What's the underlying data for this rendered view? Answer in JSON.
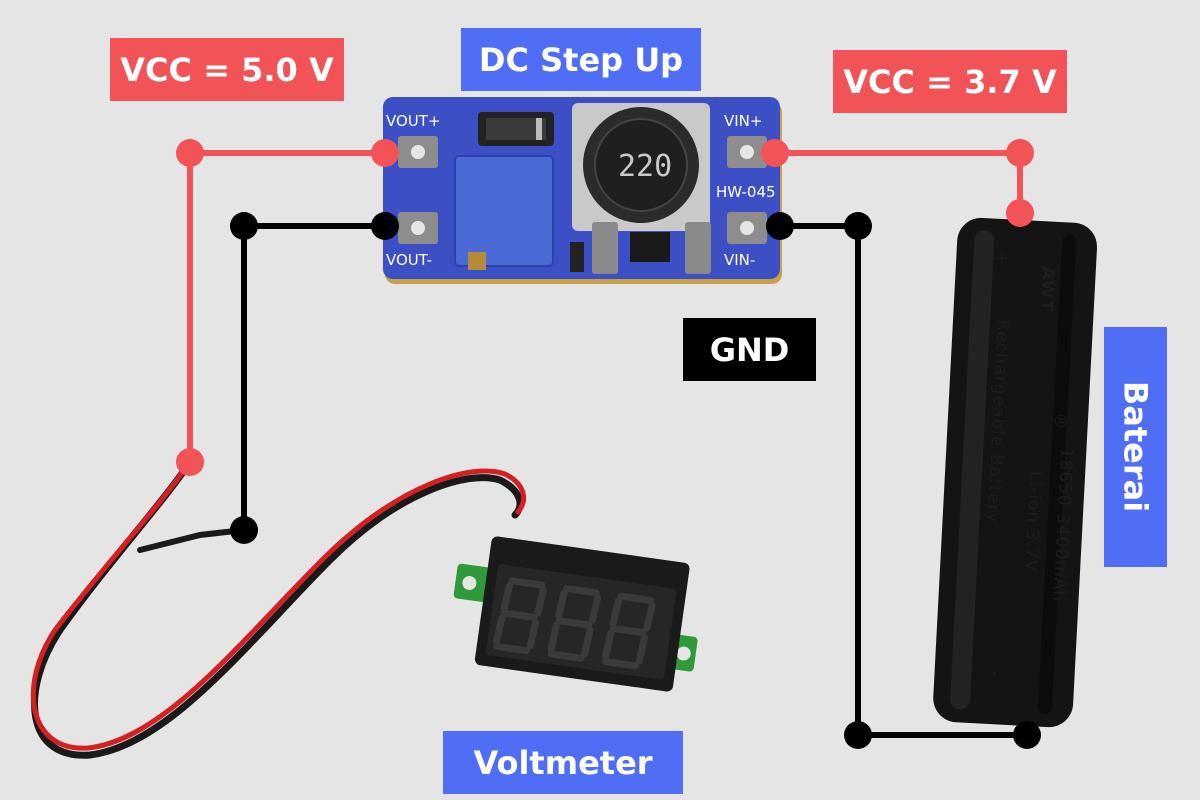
{
  "labels": {
    "vcc_out": "VCC = 5.0 V",
    "vcc_in": "VCC = 3.7 V",
    "module": "DC Step Up",
    "gnd": "GND",
    "battery": "Baterai",
    "voltmeter": "Voltmeter"
  },
  "board": {
    "vout_plus": "VOUT+",
    "vout_minus": "VOUT-",
    "vin_plus": "VIN+",
    "vin_minus": "VIN-",
    "model": "HW-045",
    "inductor": "220"
  },
  "battery": {
    "brand": "AWT",
    "reg": "®",
    "line1": "Rechargeable Battery",
    "line2": "18650  3400mAh",
    "line3": "Li-ion 3.7V",
    "plus": "+",
    "minus": "-"
  },
  "colors": {
    "background": "#e5e5e6",
    "positive_wire": "#f15356",
    "ground_wire": "#000000",
    "label_blue": "#4f6df5",
    "label_red": "#f15356",
    "pcb": "#3d4fc4"
  }
}
